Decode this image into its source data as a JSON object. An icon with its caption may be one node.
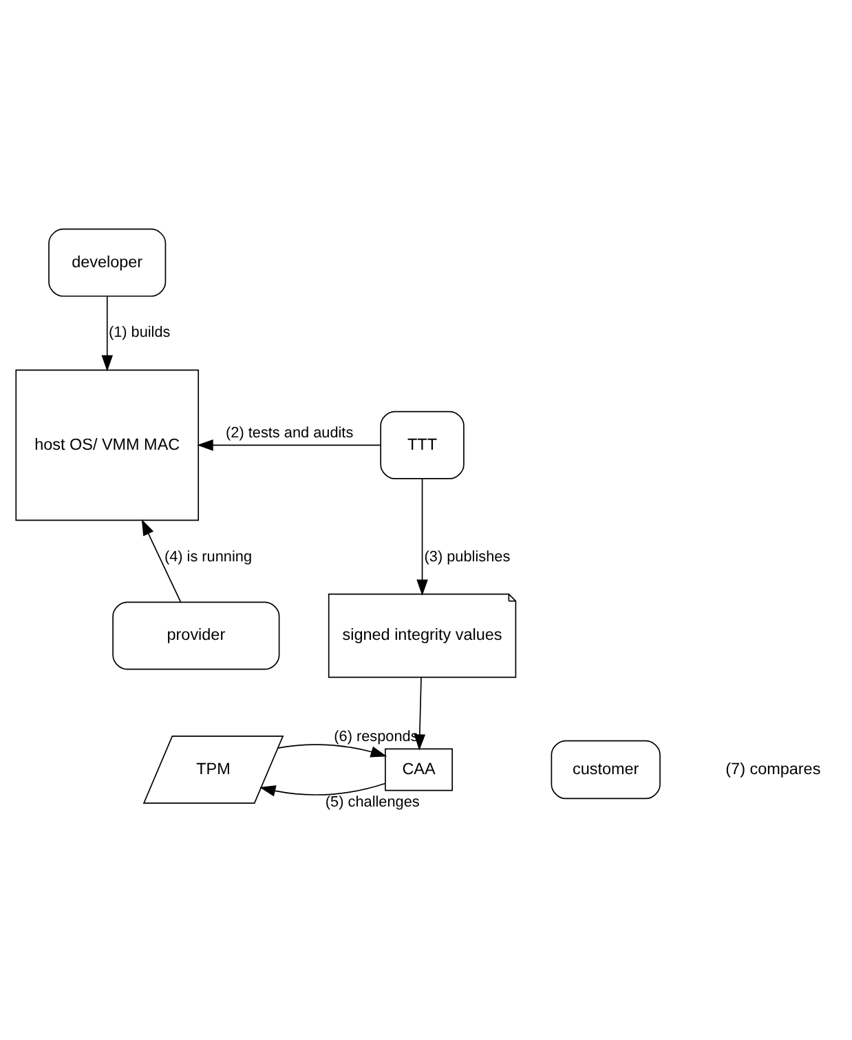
{
  "diagram": {
    "nodes": [
      {
        "text": [
          "developer"
        ]
      },
      {
        "text": [
          "host OS/ VMM MAC"
        ]
      },
      {
        "text": [
          "TTT"
        ]
      },
      {
        "text": [
          "signed integrity values"
        ]
      },
      {
        "text": [
          "provider"
        ]
      },
      {
        "text": [
          "TPM"
        ]
      },
      {
        "text": [
          "CAA"
        ]
      },
      {
        "text": [
          "customer"
        ]
      }
    ],
    "edges": [
      {
        "from": 0,
        "to": 1,
        "arrow": "to",
        "label": "(1) builds"
      },
      {
        "from": 2,
        "to": 1,
        "arrow": "to",
        "label": "(2) tests and audits"
      },
      {
        "from": 2,
        "to": 3,
        "arrow": "to",
        "label": "(3) publishes"
      },
      {
        "from": 4,
        "to": 1,
        "arrow": "to",
        "label": "(4) is running"
      },
      {
        "from": 3,
        "to": 6,
        "arrow": "to"
      },
      {
        "from": 6,
        "to": 5,
        "arrow": "to",
        "label": "(5) challenges"
      },
      {
        "from": 5,
        "to": 6,
        "arrow": "to",
        "label": "(6) responds"
      }
    ],
    "labels": [
      "(7) compares"
    ]
  }
}
